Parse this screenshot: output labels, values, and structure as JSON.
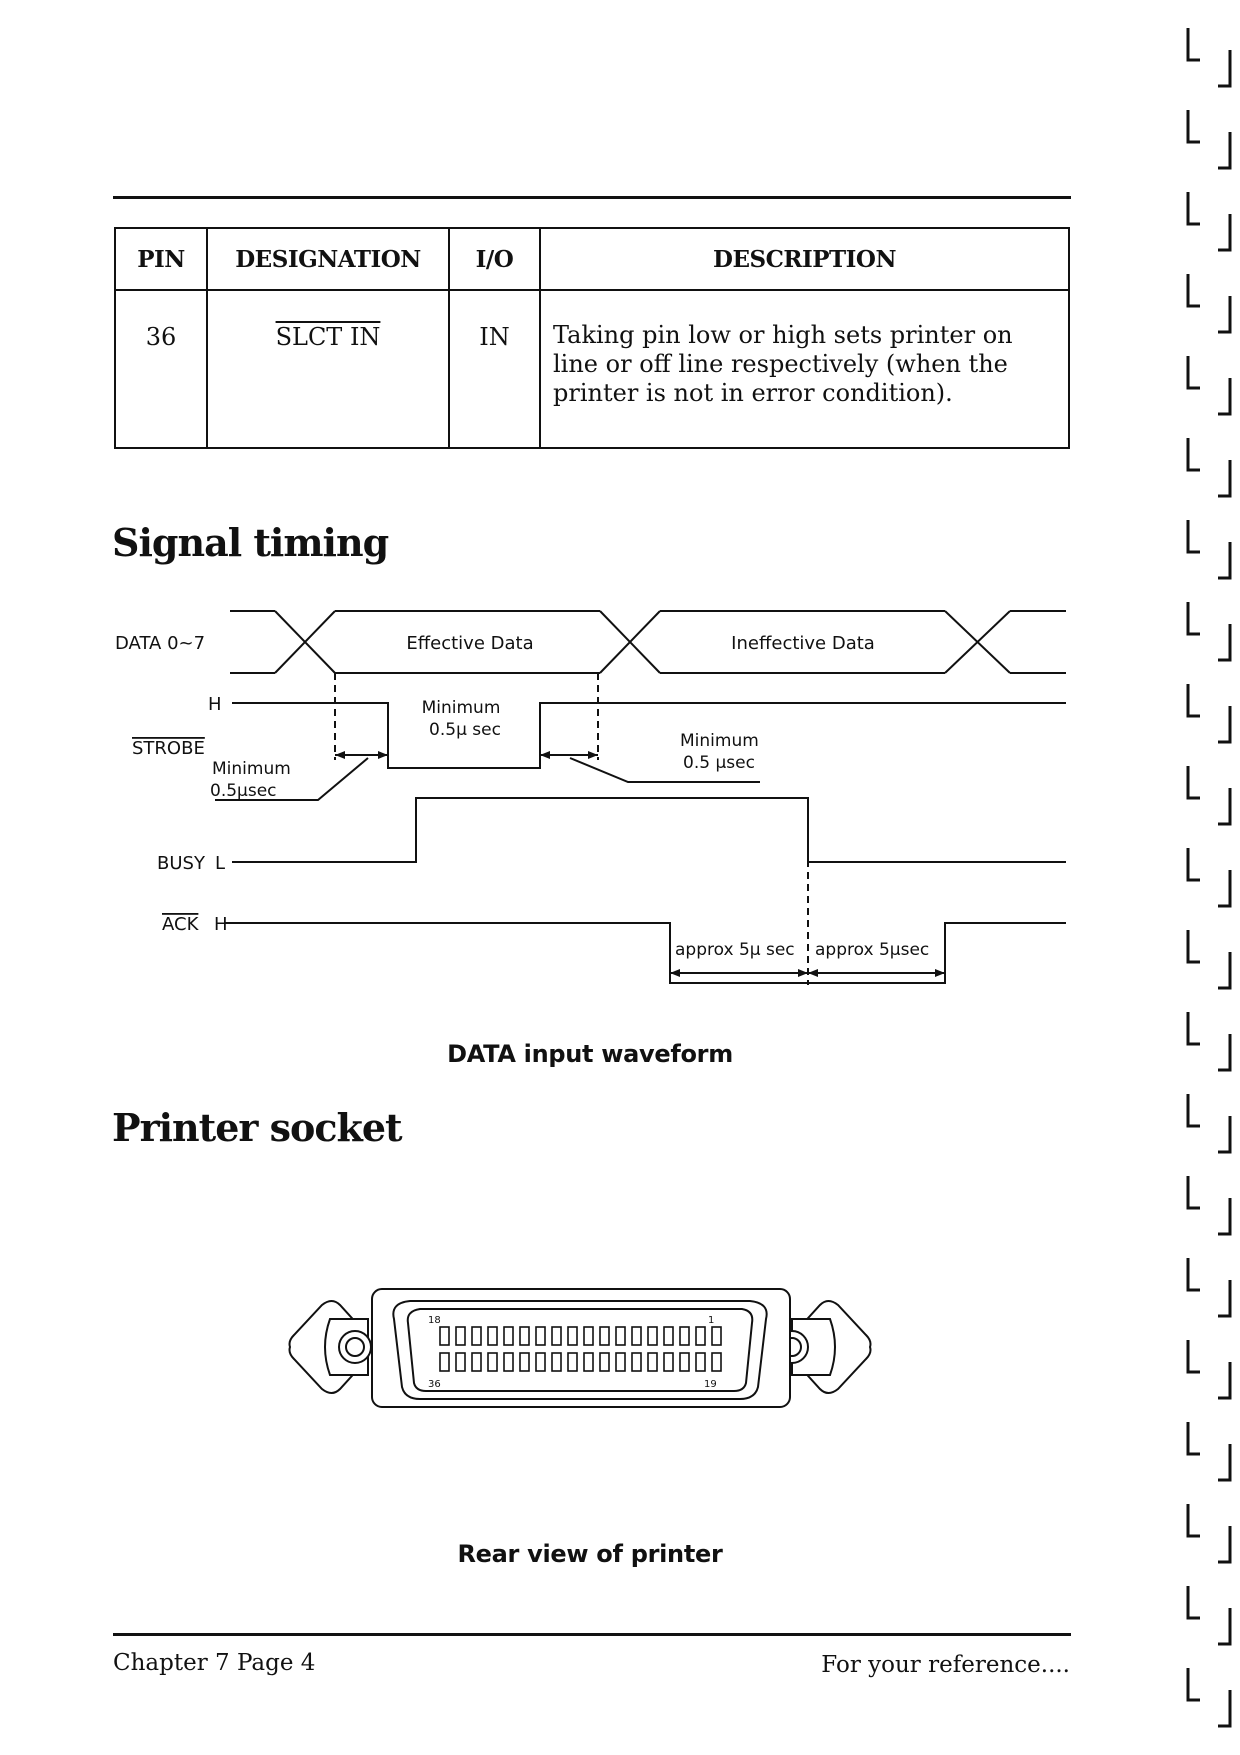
{
  "table": {
    "headers": [
      "PIN",
      "DESIGNATION",
      "I/O",
      "DESCRIPTION"
    ],
    "rows": [
      {
        "pin": "36",
        "designation": "SLCT IN",
        "io": "IN",
        "description": "Taking pin low or high sets printer on line or off line respectively (when the printer is not in error condition)."
      }
    ]
  },
  "sections": {
    "signal_timing": "Signal timing",
    "printer_socket": "Printer socket"
  },
  "timing": {
    "data_label": "DATA 0~7",
    "effective_data": "Effective Data",
    "ineffective_data": "Ineffective Data",
    "strobe_label": "STROBE",
    "strobe_h": "H",
    "min_strobe_width_1": "Minimum",
    "min_strobe_width_2": "0.5μ sec",
    "min_setup_1": "Minimum",
    "min_setup_2": "0.5μsec",
    "min_hold_1": "Minimum",
    "min_hold_2": "0.5 μsec",
    "busy_label": "BUSY",
    "busy_l": "L",
    "ack_label": "ACK",
    "ack_h": "H",
    "approx_1": "approx 5μ sec",
    "approx_2": "approx 5μsec"
  },
  "captions": {
    "waveform": "DATA input waveform",
    "rear_view": "Rear view of printer"
  },
  "connector": {
    "pin_18": "18",
    "pin_1": "1",
    "pin_36": "36",
    "pin_19": "19"
  },
  "footer": {
    "left": "Chapter 7 Page 4",
    "right": "For your reference...."
  }
}
